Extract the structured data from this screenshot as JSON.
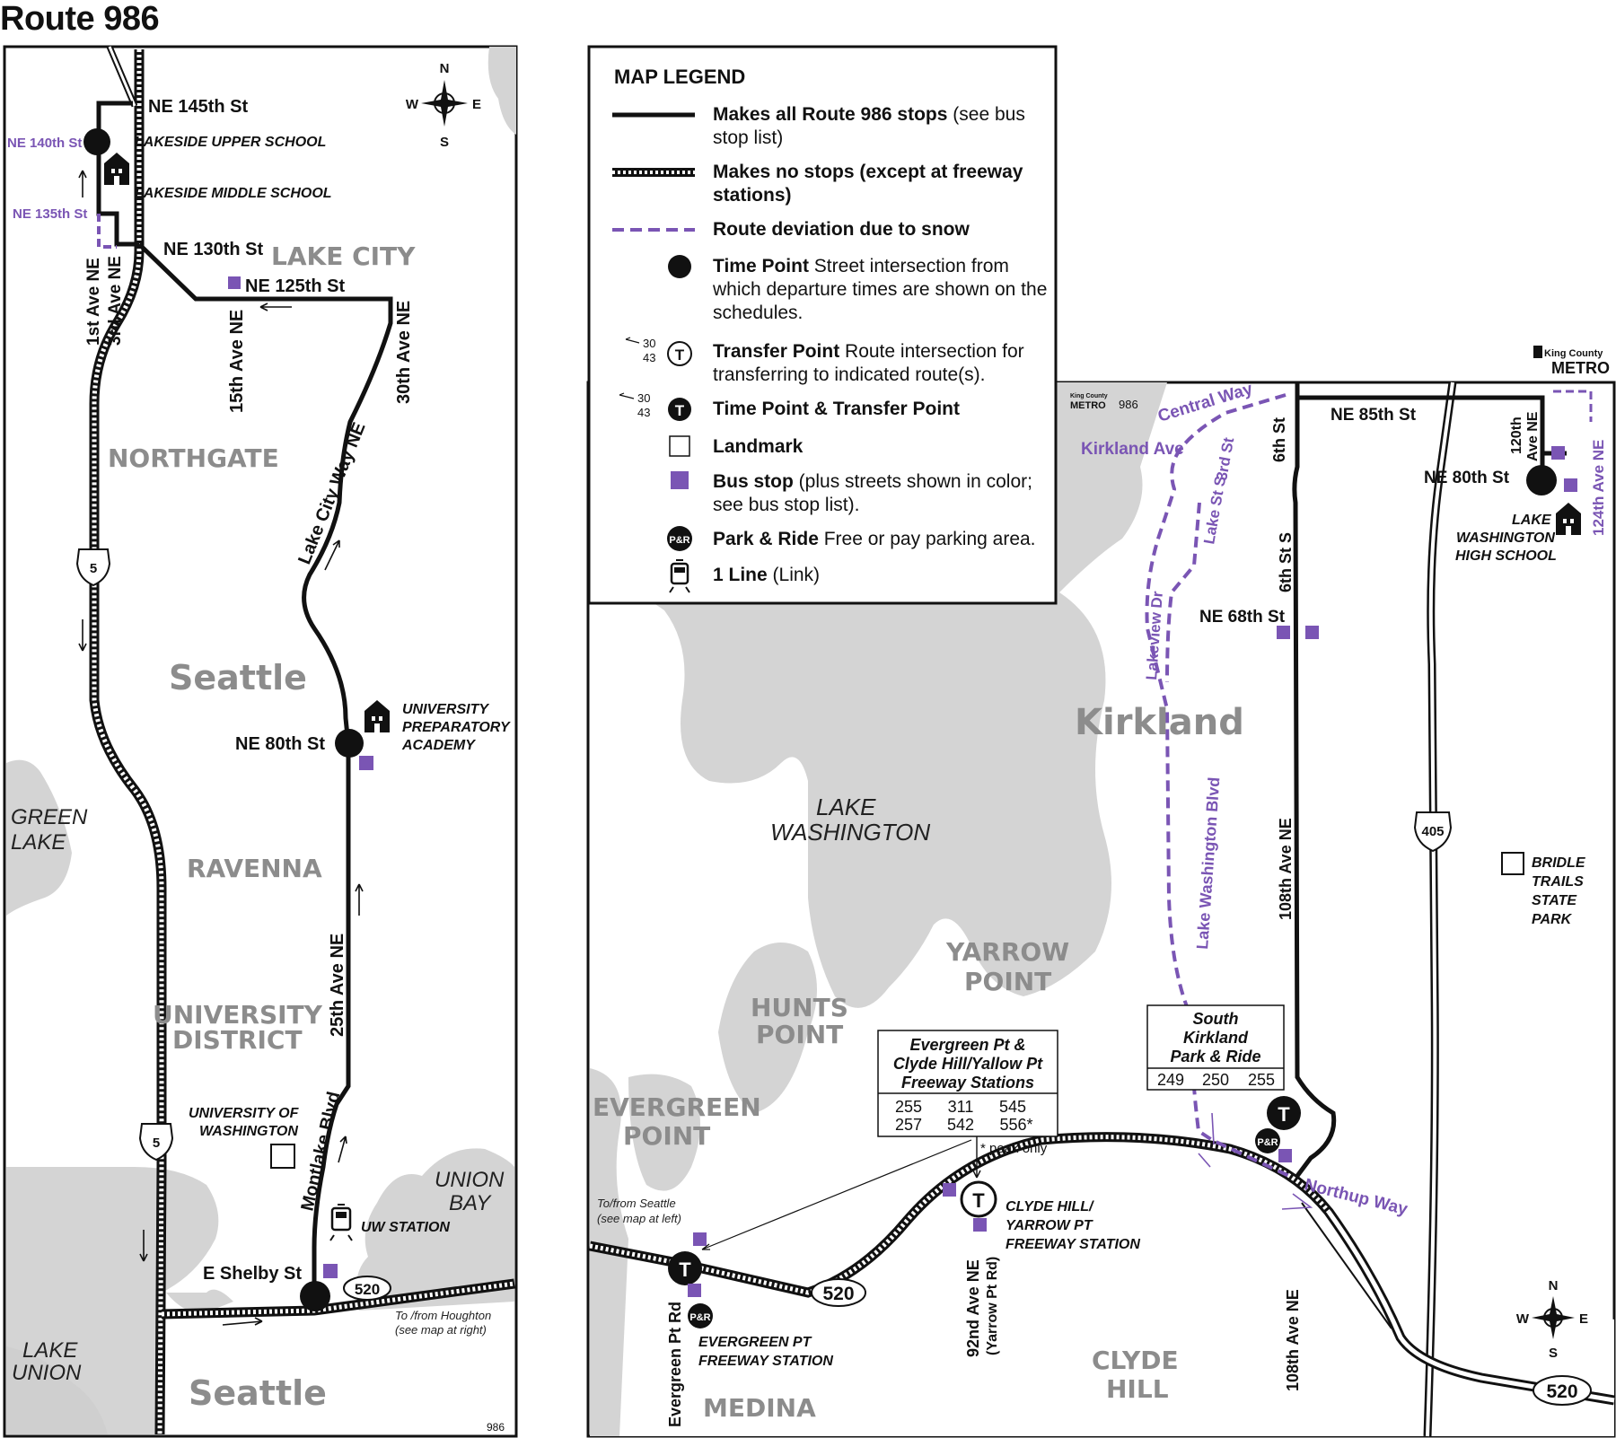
{
  "title": "Route 986",
  "legend": {
    "heading": "MAP LEGEND",
    "items": [
      {
        "bold": "Makes all Route 986 stops",
        "rest1": " (see bus",
        "rest2": "stop list)"
      },
      {
        "bold": "Makes no stops (except at freeway",
        "rest1": "",
        "bold2": "stations)"
      },
      {
        "bold": "Route deviation due to snow"
      },
      {
        "bold": "Time Point",
        "rest1": "  Street intersection from",
        "rest2": "which departure times are shown on the",
        "rest3": "schedules."
      },
      {
        "bold": "Transfer Point",
        "rest1": "  Route intersection for",
        "rest2": "transferring to indicated route(s)."
      },
      {
        "bold": "Time Point & Transfer Point"
      },
      {
        "bold": "Landmark"
      },
      {
        "bold": "Bus stop",
        "rest1": " (plus streets shown in color;",
        "rest2": "see bus stop list)."
      },
      {
        "bold": "Park & Ride",
        "rest1": " Free or pay parking area."
      },
      {
        "bold": "1 Line",
        "rest1": " (Link)"
      }
    ],
    "transfer_routes": [
      "30",
      "43"
    ],
    "pr_label": "P&R",
    "t_label": "T"
  },
  "left_map": {
    "compass": {
      "n": "N",
      "s": "S",
      "e": "E",
      "w": "W"
    },
    "streets": {
      "ne145": "NE 145th St",
      "ne140": "NE 140th St",
      "ne135": "NE 135th St",
      "ne130": "NE 130th St",
      "ne125": "NE 125th St",
      "ave1": "1st Ave NE",
      "ave3": "3rd Ave NE",
      "ave15": "15th Ave NE",
      "ave30": "30th Ave NE",
      "lakecity": "Lake City Way NE",
      "ne80": "NE 80th St",
      "ave25": "25th Ave NE",
      "montlake": "Montlake Blvd",
      "shelby": "E Shelby St"
    },
    "places": {
      "lakecity": "LAKE CITY",
      "northgate": "NORTHGATE",
      "seattle": "Seattle",
      "ravenna": "RAVENNA",
      "ud1": "UNIVERSITY",
      "ud2": "DISTRICT",
      "seattle2": "Seattle"
    },
    "water": {
      "green1": "GREEN",
      "green2": "LAKE",
      "union1": "UNION",
      "union2": "BAY",
      "lu1": "LAKE",
      "lu2": "UNION"
    },
    "landmarks": {
      "upper": "LAKESIDE UPPER SCHOOL",
      "middle": "LAKESIDE MIDDLE SCHOOL",
      "upa1": "UNIVERSITY",
      "upa2": "PREPARATORY",
      "upa3": "ACADEMY",
      "uw1": "UNIVERSITY OF",
      "uw2": "WASHINGTON",
      "uwstation": "UW STATION"
    },
    "shields": {
      "i5": "5",
      "sr520": "520"
    },
    "to_houghton1": "To /from  Houghton",
    "to_houghton2": "(see map at right)",
    "page_no": "986"
  },
  "right_map": {
    "compass": {
      "n": "N",
      "s": "S",
      "e": "E",
      "w": "W"
    },
    "brand": "King County",
    "brand2": "METRO",
    "route_no": "986",
    "streets": {
      "ne85": "NE 85th St",
      "st6": "6th St",
      "ave120a": "120th",
      "ave120b": "Ave NE",
      "ne80": "NE 80th St",
      "ave124": "124th Ave NE",
      "st6s": "6th St S",
      "ne68": "NE 68th St",
      "ave108": "108th Ave NE",
      "ave108b": "108th Ave NE",
      "ave92a": "92nd Ave NE",
      "ave92b": "(Yarrow Pt Rd)",
      "evergreenrd": "Evergreen Pt Rd"
    },
    "purple_streets": {
      "central": "Central Way",
      "kirkland": "Kirkland Ave",
      "st3": "3rd St",
      "lakest": "Lake St S",
      "lakeview": "Lakeview Dr",
      "lwblvd": "Lake Washington Blvd",
      "northup": "Northup Way"
    },
    "places": {
      "kirkland": "Kirkland",
      "yarrow1": "YARROW",
      "yarrow2": "POINT",
      "hunts1": "HUNTS",
      "hunts2": "POINT",
      "ever1": "EVERGREEN",
      "ever2": "POINT",
      "clyde1": "CLYDE",
      "clyde2": "HILL",
      "medina": "MEDINA"
    },
    "water": {
      "lw1": "LAKE",
      "lw2": "WASHINGTON"
    },
    "landmarks": {
      "lwhs1": "LAKE",
      "lwhs2": "WASHINGTON",
      "lwhs3": "HIGH SCHOOL",
      "bridle1": "BRIDLE",
      "bridle2": "TRAILS",
      "bridle3": "STATE",
      "bridle4": "PARK",
      "clyde1": "CLYDE HILL/",
      "clyde2": "YARROW PT",
      "clyde3": "FREEWAY STATION",
      "ever1": "EVERGREEN PT",
      "ever2": "FREEWAY STATION"
    },
    "box_evergreen": {
      "l1": "Evergreen Pt &",
      "l2": "Clyde Hill/Yallow Pt",
      "l3": "Freeway Stations",
      "r1": [
        "255",
        "311",
        "545"
      ],
      "r2": [
        "257",
        "542",
        "556*"
      ],
      "note": "* peak only"
    },
    "box_kirkland": {
      "l1": "South",
      "l2": "Kirkland",
      "l3": "Park & Ride",
      "routes": [
        "249",
        "250",
        "255"
      ]
    },
    "to_seattle1": "To/from Seattle",
    "to_seattle2": "(see map at left)",
    "shields": {
      "i405": "405",
      "sr520a": "520",
      "sr520b": "520"
    }
  },
  "colors": {
    "route": "#111111",
    "purple": "#7a55b4",
    "land": "#d4d4d4",
    "place": "#8c8c8c"
  }
}
